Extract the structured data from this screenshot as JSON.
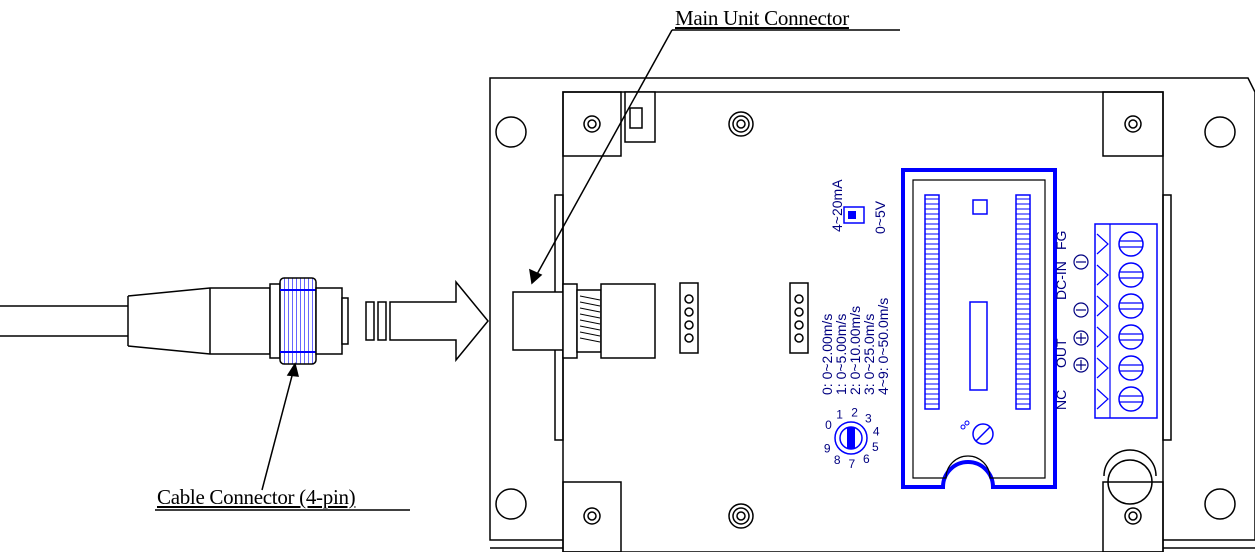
{
  "callouts": {
    "main_unit_connector": "Main Unit Connector",
    "cable_connector": "Cable Connector (4-pin)"
  },
  "switch": {
    "label_current": "4~20mA",
    "label_voltage": "0~5V"
  },
  "range_table": [
    "0: 0~2.00m/s",
    "1: 0~5.00m/s",
    "2: 0~10.00m/s",
    "3: 0~25.0m/s",
    "4~9: 0~50.0m/s"
  ],
  "rotary_dial": {
    "digits": [
      "0",
      "1",
      "2",
      "3",
      "4",
      "5",
      "6",
      "7",
      "8",
      "9"
    ]
  },
  "terminal_block": {
    "label_out": "OUT",
    "label_dc_in": "DC-IN",
    "label_fg": "FG",
    "label_nc": "NC"
  },
  "colors": {
    "line": "#000000",
    "highlight": "#0000ff",
    "label_text": "#000080"
  }
}
